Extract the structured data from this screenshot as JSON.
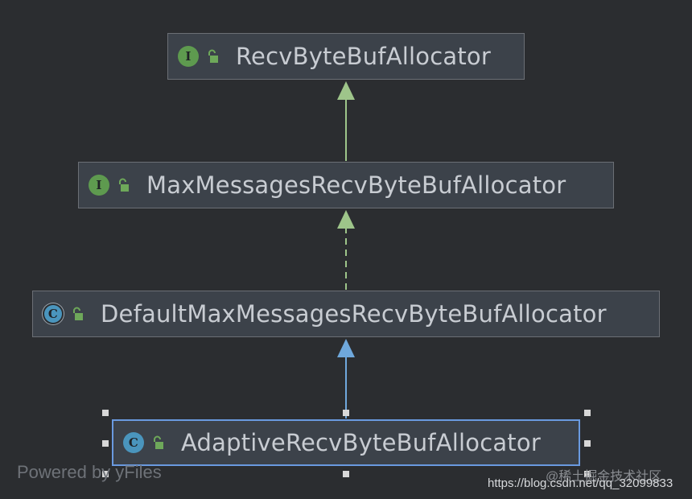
{
  "diagram": {
    "nodes": [
      {
        "id": "RecvByteBufAllocator",
        "name": "RecvByteBufAllocator",
        "kind": "interface",
        "kind_letter": "I",
        "visibility": "public"
      },
      {
        "id": "MaxMessagesRecvByteBufAllocator",
        "name": "MaxMessagesRecvByteBufAllocator",
        "kind": "interface",
        "kind_letter": "I",
        "visibility": "public"
      },
      {
        "id": "DefaultMaxMessagesRecvByteBufAllocator",
        "name": "DefaultMaxMessagesRecvByteBufAllocator",
        "kind": "abstract class",
        "kind_letter": "C",
        "visibility": "public"
      },
      {
        "id": "AdaptiveRecvByteBufAllocator",
        "name": "AdaptiveRecvByteBufAllocator",
        "kind": "class",
        "kind_letter": "C",
        "visibility": "public",
        "selected": true
      }
    ],
    "edges": [
      {
        "from": "MaxMessagesRecvByteBufAllocator",
        "to": "RecvByteBufAllocator",
        "relation": "extends",
        "style": "solid",
        "color": "#9ec58a"
      },
      {
        "from": "DefaultMaxMessagesRecvByteBufAllocator",
        "to": "MaxMessagesRecvByteBufAllocator",
        "relation": "implements",
        "style": "dashed",
        "color": "#9ec58a"
      },
      {
        "from": "AdaptiveRecvByteBufAllocator",
        "to": "DefaultMaxMessagesRecvByteBufAllocator",
        "relation": "extends",
        "style": "solid",
        "color": "#6fa8dc"
      }
    ]
  },
  "footer": {
    "powered_by": "Powered by yFiles",
    "watermark": "@稀土掘金技术社区",
    "url": "https://blog.csdn.net/qq_32099833"
  },
  "colors": {
    "background": "#2b2d30",
    "node_fill": "#3c424a",
    "interface_icon": "#5e9a4f",
    "class_icon": "#4a95bd",
    "selection": "#6a9ae0"
  }
}
